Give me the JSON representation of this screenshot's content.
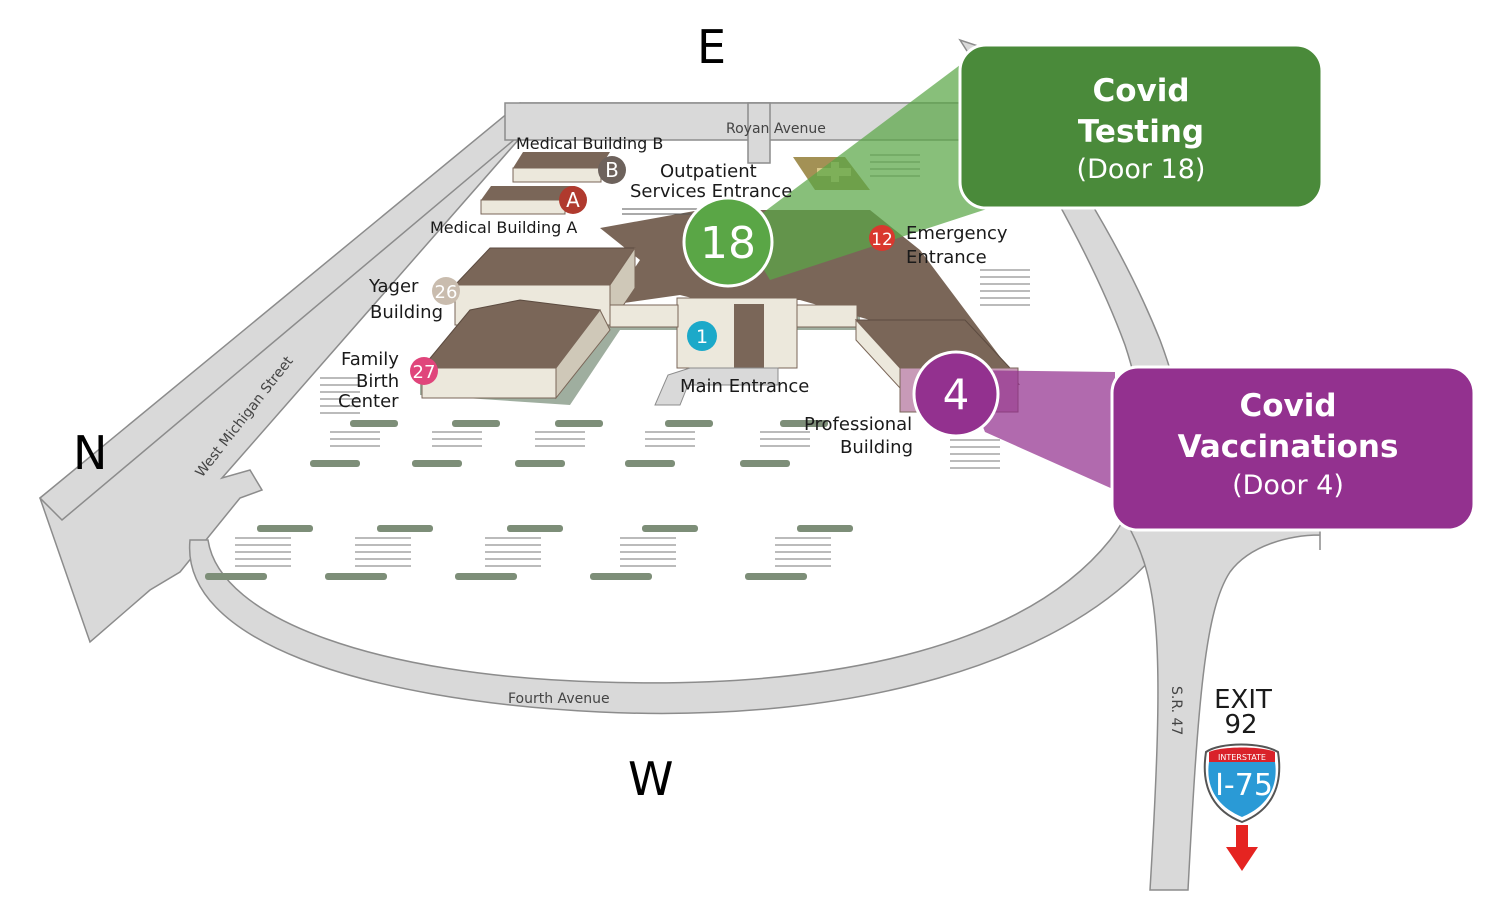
{
  "compass": {
    "north": "N",
    "east": "E",
    "west": "W"
  },
  "streets": {
    "royan": "Royan Avenue",
    "west_michigan": "West Michigan Street",
    "fourth": "Fourth Avenue",
    "sr47": "S.R. 47"
  },
  "buildings": {
    "medical_b": "Medical Building B",
    "medical_a": "Medical Building A",
    "outpatient_line1": "Outpatient",
    "outpatient_line2": "Services Entrance",
    "emergency_line1": "Emergency",
    "emergency_line2": "Entrance",
    "yager_line1": "Yager",
    "yager_line2": "Building",
    "family_line1": "Family",
    "family_line2": "Birth",
    "family_line3": "Center",
    "main_entrance": "Main Entrance",
    "professional_line1": "Professional",
    "professional_line2": "Building"
  },
  "markers": {
    "b": "B",
    "a": "A",
    "m26": "26",
    "m27": "27",
    "m12": "12",
    "m1": "1",
    "m18": "18",
    "m4": "4"
  },
  "callouts": {
    "testing": {
      "line1": "Covid",
      "line2": "Testing",
      "door": "(Door 18)",
      "color": "#4a8a3a"
    },
    "vaccinations": {
      "line1": "Covid",
      "line2": "Vaccinations",
      "door": "(Door 4)",
      "color": "#93318f"
    }
  },
  "exit": {
    "line1": "EXIT",
    "line2": "92",
    "shield_top": "INTERSTATE",
    "shield_main": "I-75"
  },
  "colors": {
    "road": "#d9d9d9",
    "road_edge": "#8c8c8c",
    "roof": "#7a6658",
    "wall": "#ece8dc",
    "shadow": "#9fae9f",
    "parking": "#7d8e78",
    "marker_b": "#6d625c",
    "marker_a": "#b03a2e",
    "marker_26": "#c9bcae",
    "marker_27": "#e0457b",
    "marker_12": "#d9382e",
    "marker_1": "#1ca9c9",
    "marker_18": "#5aa646",
    "marker_4": "#93318f",
    "arrow": "#e52421"
  }
}
